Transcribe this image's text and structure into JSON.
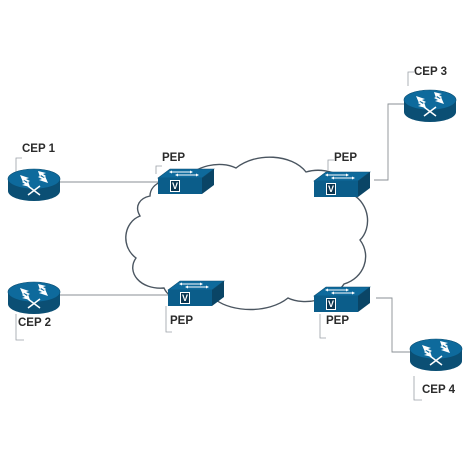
{
  "colors": {
    "device_blue": "#0e6a9c",
    "device_dark": "#0b4f74",
    "cloud_stroke": "#4a5560",
    "line": "#8a8f94",
    "text": "#2b2b2b"
  },
  "nodes": {
    "cep1": {
      "label": "CEP 1",
      "icon": "router-icon"
    },
    "cep2": {
      "label": "CEP 2",
      "icon": "router-icon"
    },
    "cep3": {
      "label": "CEP 3",
      "icon": "router-icon"
    },
    "cep4": {
      "label": "CEP 4",
      "icon": "router-icon"
    },
    "pep1": {
      "label": "PEP",
      "icon": "switch-icon",
      "badge": "V"
    },
    "pep2": {
      "label": "PEP",
      "icon": "switch-icon",
      "badge": "V"
    },
    "pep3": {
      "label": "PEP",
      "icon": "switch-icon",
      "badge": "V"
    },
    "pep4": {
      "label": "PEP",
      "icon": "switch-icon",
      "badge": "V"
    }
  },
  "network": {
    "icon": "cloud-icon"
  }
}
